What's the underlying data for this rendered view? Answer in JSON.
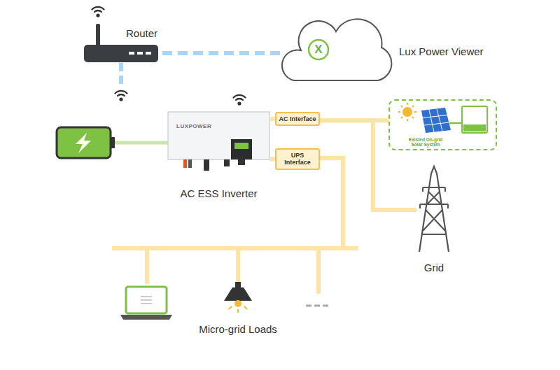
{
  "diagram": {
    "nodes": [
      {
        "text": [
          "Router"
        ]
      },
      {
        "text": [
          "X",
          "Lux Power Viewer"
        ]
      },
      {
        "text": [
          "LUXPOWER",
          "AC ESS Inverter"
        ]
      },
      {
        "text": [
          "AC Interface"
        ]
      },
      {
        "text": [
          "UPS Interface"
        ]
      },
      {
        "text": [
          "Existed On-grid Solar System"
        ]
      },
      {
        "text": [
          "Grid"
        ]
      }
    ],
    "edges": [
      {
        "from": 0,
        "to": 1,
        "arrow": "none"
      },
      {
        "from": 2,
        "to": 3,
        "arrow": "none"
      },
      {
        "from": 2,
        "to": 4,
        "arrow": "none"
      },
      {
        "from": 3,
        "to": 5,
        "arrow": "none"
      },
      {
        "from": 3,
        "to": 6,
        "arrow": "none"
      }
    ],
    "labels": [
      "Micro-grid Loads"
    ]
  }
}
